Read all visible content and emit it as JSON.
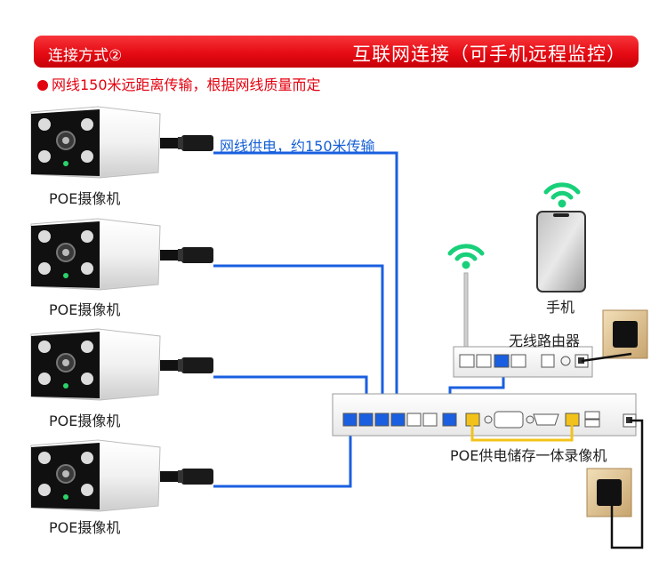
{
  "banner": {
    "left": "连接方式②",
    "right": "互联网连接（可手机远程监控）"
  },
  "note": "网线150米远距离传输，根据网线质量而定",
  "cable_label": "网线供电，约150米传输",
  "cameras": [
    {
      "label": "POE摄像机"
    },
    {
      "label": "POE摄像机"
    },
    {
      "label": "POE摄像机"
    },
    {
      "label": "POE摄像机"
    }
  ],
  "phone_label": "手机",
  "router_label": "无线路由器",
  "nvr_label": "POE供电储存一体录像机",
  "colors": {
    "banner_red": "#e60b14",
    "cable_blue": "#1a5fe0",
    "wifi_green": "#19d07a",
    "port_yellow": "#f2c21a"
  },
  "icons": [
    "wifi-icon",
    "power-socket-icon"
  ]
}
